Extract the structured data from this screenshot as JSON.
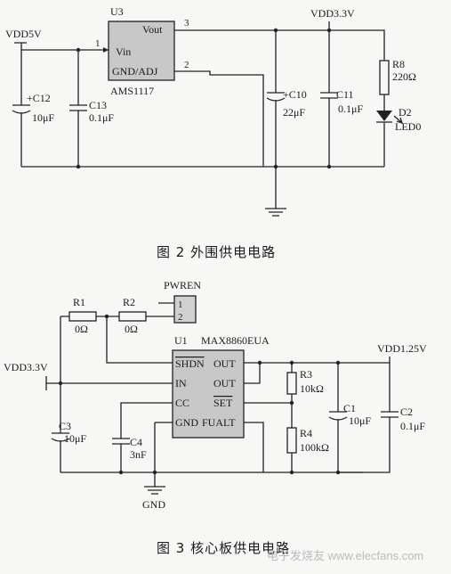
{
  "figure2": {
    "caption": "图 2    外围供电电路",
    "regulator": {
      "ref": "U3",
      "part": "AMS1117",
      "pin_vout": "Vout",
      "pin_vin": "Vin",
      "pin_gnd": "GND/ADJ",
      "pin1": "1",
      "pin2": "2",
      "pin3": "3"
    },
    "rail_in": "VDD5V",
    "rail_out": "VDD3.3V",
    "c12": {
      "ref": "+C12",
      "value": "10μF"
    },
    "c13": {
      "ref": "C13",
      "value": "0.1μF"
    },
    "c10": {
      "ref": "+C10",
      "value": "22μF"
    },
    "c11": {
      "ref": "C11",
      "value": "0.1μF"
    },
    "r8": {
      "ref": "R8",
      "value": "220Ω"
    },
    "d2": {
      "ref": "D2",
      "value": "LED0"
    }
  },
  "figure3": {
    "caption": "图 3    核心板供电电路",
    "regulator": {
      "ref": "U1",
      "part": "MAX8860EUA",
      "pin_shdn": "SHDN",
      "pin_in": "IN",
      "pin_cc": "CC",
      "pin_gnd": "GND",
      "pin_out1": "OUT",
      "pin_out2": "OUT",
      "pin_set": "SET",
      "pin_fualt": "FUALT"
    },
    "rail_in": "VDD3.3V",
    "rail_out": "VDD1.25V",
    "header": {
      "ref": "PWREN",
      "pin1": "1",
      "pin2": "2"
    },
    "r1": {
      "ref": "R1",
      "value": "0Ω"
    },
    "r2": {
      "ref": "R2",
      "value": "0Ω"
    },
    "r3": {
      "ref": "R3",
      "value": "10kΩ"
    },
    "r4": {
      "ref": "R4",
      "value": "100kΩ"
    },
    "c3": {
      "ref": "C3",
      "value": "10μF"
    },
    "c4": {
      "ref": "C4",
      "value": "3nF"
    },
    "c1": {
      "ref": "C1",
      "value": "10μF"
    },
    "c2": {
      "ref": "C2",
      "value": "0.1μF"
    },
    "gnd": "GND"
  },
  "watermark": "电子发烧友 www.elecfans.com"
}
